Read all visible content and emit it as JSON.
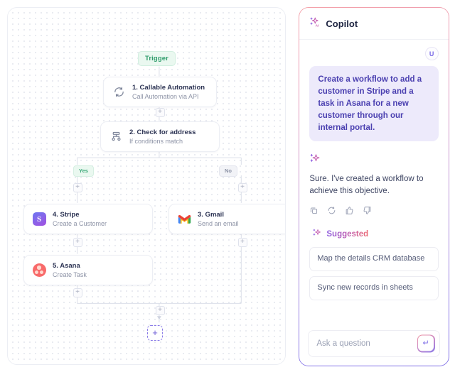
{
  "canvas": {
    "trigger_badge": "Trigger",
    "branch_yes": "Yes",
    "branch_no": "No",
    "add_node_label": "+",
    "nodes": [
      {
        "id": "node-1",
        "icon": "sync-arrows-icon",
        "title": "1. Callable Automation",
        "subtitle": "Call Automation via API"
      },
      {
        "id": "node-2",
        "icon": "branch-conditions-icon",
        "title": "2. Check for address",
        "subtitle": "If conditions match"
      },
      {
        "id": "node-4",
        "icon": "stripe-icon",
        "title": "4. Stripe",
        "subtitle": "Create a Customer"
      },
      {
        "id": "node-3",
        "icon": "gmail-icon",
        "title": "3. Gmail",
        "subtitle": "Send an email"
      },
      {
        "id": "node-5",
        "icon": "asana-icon",
        "title": "5. Asana",
        "subtitle": "Create Task"
      }
    ]
  },
  "copilot": {
    "title": "Copilot",
    "avatar_initial": "U",
    "user_message": "Create a workflow to add a customer in Stripe and a task in Asana for a new customer through our internal portal.",
    "assistant_message": "Sure. I've created a workflow to achieve this objective.",
    "actions": [
      "copy-icon",
      "regenerate-icon",
      "thumbs-up-icon",
      "thumbs-down-icon"
    ],
    "suggested_label": "Suggested",
    "suggestions": [
      "Map the details  CRM database",
      "Sync new records in sheets"
    ],
    "composer": {
      "placeholder": "Ask a question",
      "value": "",
      "send_label": "↵"
    }
  },
  "colors": {
    "accent_purple": "#7a6ae6",
    "accent_pink": "#ef6b72",
    "success_green": "#2f9d6b",
    "user_bubble_bg": "#edeafb",
    "text_dark": "#2c3353",
    "text_muted": "#8d93a6"
  }
}
